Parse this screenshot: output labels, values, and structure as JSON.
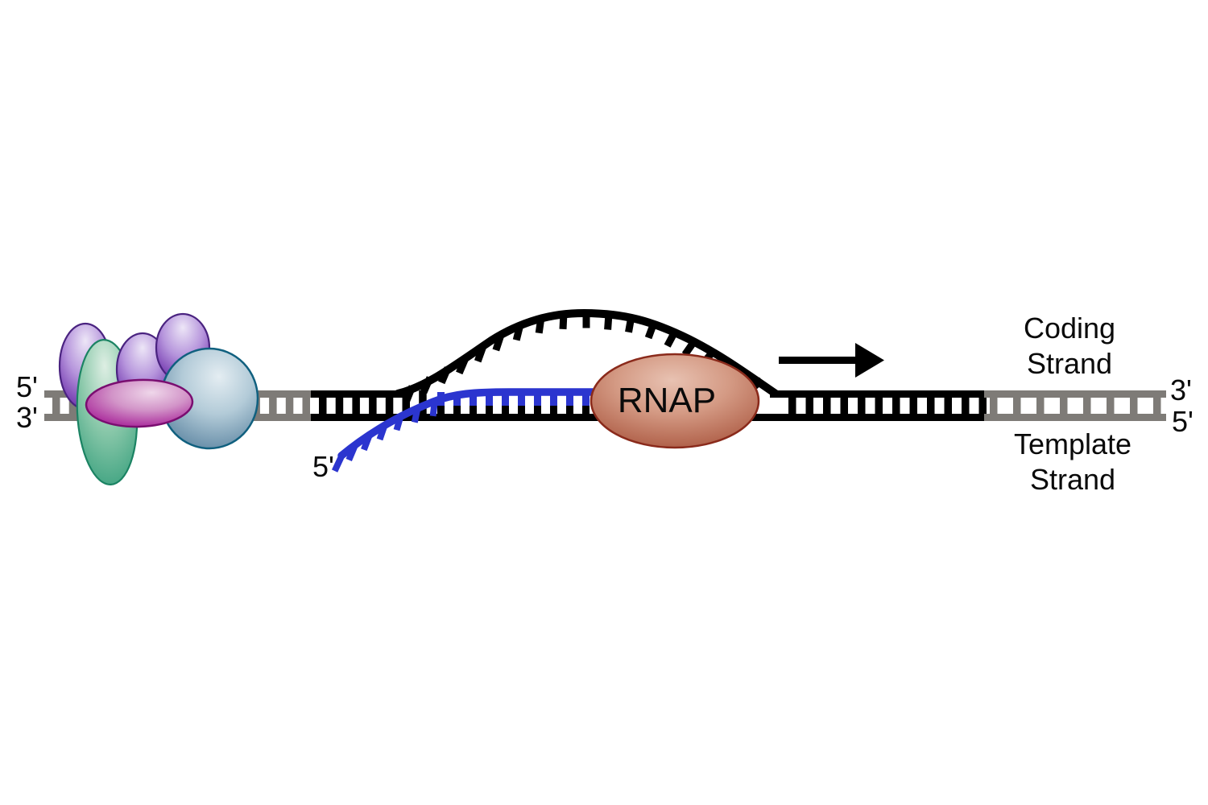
{
  "diagram": {
    "labels": {
      "dna_left_top": "5'",
      "dna_left_bottom": "3'",
      "dna_right_top": "3'",
      "dna_right_bottom": "5'",
      "rna_five_prime": "5'",
      "polymerase": "RNAP",
      "coding_strand_line1": "Coding",
      "coding_strand_line2": "Strand",
      "template_strand_line1": "Template",
      "template_strand_line2": "Strand"
    },
    "colors": {
      "background": "#ffffff",
      "dna_duplex_gray": "#7e7b77",
      "dna_unwound_black": "#000000",
      "rna_blue": "#2b35cf",
      "arrow_black": "#000000",
      "rnap_outline": "#8a2a1b",
      "tf_purple_outline": "#4a2380",
      "tf_teal_outline": "#1b8363",
      "tf_sphere_outline": "#10607f",
      "tf_magenta_outline": "#7a0d70",
      "text_black": "#0a0a0a"
    }
  }
}
